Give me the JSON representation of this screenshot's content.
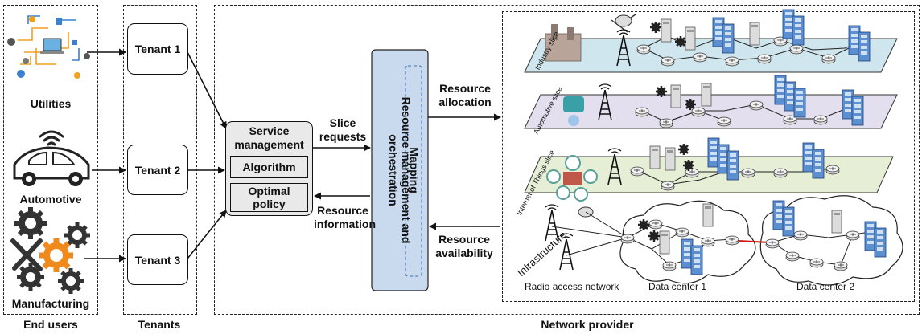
{
  "columns": {
    "end_users": "End users",
    "tenants": "Tenants",
    "network_provider": "Network provider"
  },
  "end_users": [
    "Utilities",
    "Automotive",
    "Manufacturing"
  ],
  "tenants": [
    "Tenant 1",
    "Tenant 2",
    "Tenant 3"
  ],
  "service_management": {
    "title": "Service management",
    "algorithm": "Algorithm",
    "policy": "Optimal policy"
  },
  "edges": {
    "slice_requests": "Slice requests",
    "resource_information": "Resource information",
    "resource_allocation": "Resource allocation",
    "resource_availability": "Resource availability"
  },
  "orchestrator": {
    "label": "Resource management and orchestration",
    "mapping": "Mapping"
  },
  "slices": [
    "Industry slice",
    "Automotive slice",
    "Internet of Things slice",
    "Infrastructure"
  ],
  "infrastructure": {
    "ran": "Radio access network",
    "dc1": "Data center 1",
    "dc2": "Data center 2"
  },
  "colors": {
    "industry_slice": "#cfe6ee",
    "automotive_slice": "#e3dfee",
    "iot_slice": "#e6efd6",
    "orchestrator": "#c9d9ee",
    "server": "#5b8fd0",
    "gear_orange": "#f08a1c"
  }
}
